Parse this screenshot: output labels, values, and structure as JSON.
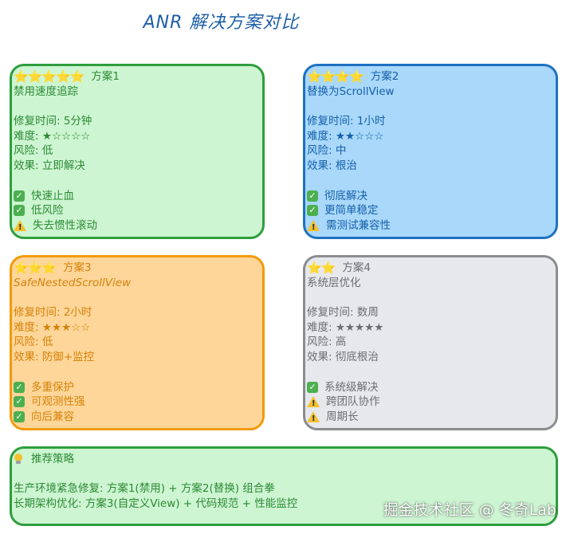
{
  "title": "ANR 解决方案对比",
  "plans": [
    {
      "stars": "⭐⭐⭐⭐⭐",
      "label": "方案1",
      "name": "禁用速度追踪",
      "time": "修复时间: 5分钟",
      "difficulty_prefix": "难度: ",
      "difficulty_stars": "★☆☆☆☆",
      "risk": "风险: 低",
      "effect": "效果: 立即解决",
      "points": [
        {
          "type": "check",
          "text": "快速止血"
        },
        {
          "type": "check",
          "text": "低风险"
        },
        {
          "type": "warn",
          "text": "失去惯性滚动"
        }
      ]
    },
    {
      "stars": "⭐⭐⭐⭐",
      "label": "方案2",
      "name": "替换为ScrollView",
      "time": "修复时间: 1小时",
      "difficulty_prefix": "难度: ",
      "difficulty_stars": "★★☆☆☆",
      "risk": "风险: 中",
      "effect": "效果: 根治",
      "points": [
        {
          "type": "check",
          "text": "彻底解决"
        },
        {
          "type": "check",
          "text": "更简单稳定"
        },
        {
          "type": "warn",
          "text": "需测试兼容性"
        }
      ]
    },
    {
      "stars": "⭐⭐⭐",
      "label": "方案3",
      "name": "SafeNestedScrollView",
      "time": "修复时间: 2小时",
      "difficulty_prefix": "难度: ",
      "difficulty_stars": "★★★☆☆",
      "risk": "风险: 低",
      "effect": "效果: 防御+监控",
      "points": [
        {
          "type": "check",
          "text": "多重保护"
        },
        {
          "type": "check",
          "text": "可观测性强"
        },
        {
          "type": "check",
          "text": "向后兼容"
        }
      ]
    },
    {
      "stars": "⭐⭐",
      "label": "方案4",
      "name": "系统层优化",
      "time": "修复时间: 数周",
      "difficulty_prefix": "难度: ",
      "difficulty_stars": "★★★★★",
      "risk": "风险: 高",
      "effect": "效果: 彻底根治",
      "points": [
        {
          "type": "check",
          "text": "系统级解决"
        },
        {
          "type": "warn",
          "text": "跨团队协作"
        },
        {
          "type": "warn",
          "text": "周期长"
        }
      ]
    }
  ],
  "recommend": {
    "heading": "推荐策略",
    "line1": "生产环境紧急修复: 方案1(禁用) + 方案2(替换) 组合拳",
    "line2": "长期架构优化: 方案3(自定义View) + 代码规范 + 性能监控"
  },
  "watermark": "掘金技术社区 @ 冬奇Lab",
  "colors": {
    "green_fill": "#cdf5d2",
    "green_stroke": "#2e9e3c",
    "blue_fill": "#a9d8fb",
    "blue_stroke": "#1f70c1",
    "orange_fill": "#ffd699",
    "orange_stroke": "#f29a0c",
    "gray_fill": "#e7e8eb",
    "gray_stroke": "#8a8c90",
    "title": "#1e5fa8"
  }
}
